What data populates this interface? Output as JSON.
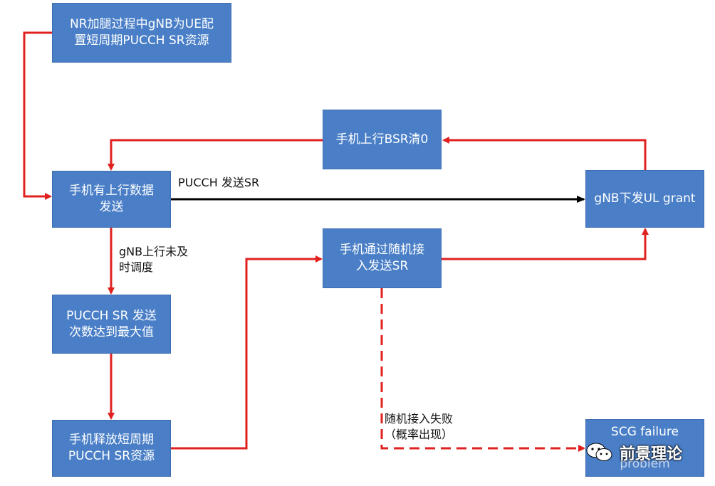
{
  "boxes": {
    "b1": [
      "NR加腿过程中gNB为UE配",
      "置短周期PUCCH SR资源"
    ],
    "b2": [
      "手机有上行数据",
      "发送"
    ],
    "b3": [
      "手机上行BSR清0"
    ],
    "b4": [
      "gNB下发UL grant"
    ],
    "b5": [
      "手机通过随机接",
      "入发送SR"
    ],
    "b6": [
      "PUCCH SR 发送",
      "次数达到最大值"
    ],
    "b7": [
      "手机释放短周期",
      "PUCCH SR资源"
    ],
    "b8": [
      "SCG failure",
      "problem"
    ]
  },
  "labels": {
    "pucch_send": "PUCCH 发送SR",
    "not_scheduled": [
      "gNB上行未及",
      "时调度"
    ],
    "ra_fail": [
      "随机接入失败",
      "（概率出现）"
    ]
  },
  "watermark": {
    "text": "前景理论",
    "icon": "wechat-icon"
  },
  "colors": {
    "box": "#4a7fc7",
    "red_arrow": "#e0211f",
    "black_arrow": "#000000"
  }
}
